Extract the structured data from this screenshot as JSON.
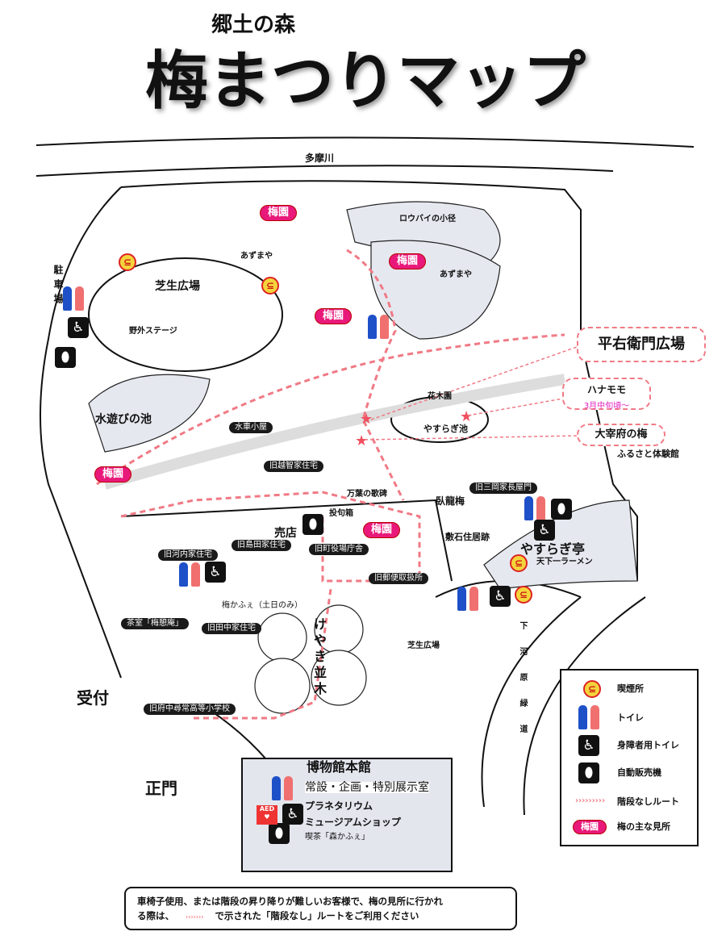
{
  "header": {
    "subtitle": "郷土の森",
    "title": "梅まつりマップ"
  },
  "river": "多摩川",
  "parking": "駐車場",
  "ume_label": "梅園",
  "labels": {
    "roubai": "ロウバイの小径",
    "azumaya": "あずまや",
    "shibafu": "芝生広場",
    "stage": "野外ステージ",
    "mizuasobi": "水遊びの池",
    "suisha": "水車小屋",
    "ochi": "旧越智家住宅",
    "manyo": "万葉の歌碑",
    "toku": "投句箱",
    "garyubai": "臥龍梅",
    "shikiishi": "敷石住居跡",
    "mioka": "旧三岡家長屋門",
    "furusato": "ふるさと体験館",
    "yasuragitei": "やすらぎ亭",
    "ramen": "天下一ラーメン",
    "kaboku": "花木園",
    "yasuragiike": "やすらぎ池",
    "baiten": "売店",
    "shimada": "旧島田家住宅",
    "kawachi": "旧河内家住宅",
    "yakuba": "旧町役場庁舎",
    "yubin": "旧郵便取扱所",
    "umecafe": "梅かふぇ（土日のみ）",
    "chashitsu": "茶室「梅憩庵」",
    "tanaka": "旧田中家住宅",
    "keyaki": "けやき並木",
    "shibafu2": "芝生広場",
    "uketsuke": "受付",
    "school": "旧府中尋常高等小学校",
    "seimon": "正門",
    "ryokudo": "下河原緑道"
  },
  "callouts": {
    "heiemon": "平右衛門広場",
    "hanamomo": "ハナモモ",
    "hanamomo_date": "3月中旬頃～",
    "dazaifu": "大宰府の梅"
  },
  "museum": {
    "title": "博物館本館",
    "rooms": "常設・企画・特別展示室",
    "planetarium": "プラネタリウム",
    "shop": "ミュージアムショップ",
    "cafe": "喫茶「森かふぇ」",
    "aed": "AED"
  },
  "legend": [
    {
      "icon": "smoking",
      "label": "喫煙所"
    },
    {
      "icon": "toilet",
      "label": "トイレ"
    },
    {
      "icon": "accessible-toilet",
      "label": "身障者用トイレ"
    },
    {
      "icon": "vending-machine",
      "label": "自動販売機"
    },
    {
      "icon": "step-free-route",
      "label": "階段なしルート"
    },
    {
      "icon": "ume-garden",
      "label": "梅の主な見所"
    }
  ],
  "notice": {
    "line1": "車椅子使用、または階段の昇り降りが難しいお客様で、梅の見所に行かれ",
    "line2a": "る際は、",
    "line2b": "で示された「階段なし」ルートをご利用ください"
  },
  "colors": {
    "ume": "#e8197a",
    "route": "#f07a85",
    "man": "#1e50c8",
    "woman": "#f07070",
    "smoking": "#f4d43c"
  }
}
